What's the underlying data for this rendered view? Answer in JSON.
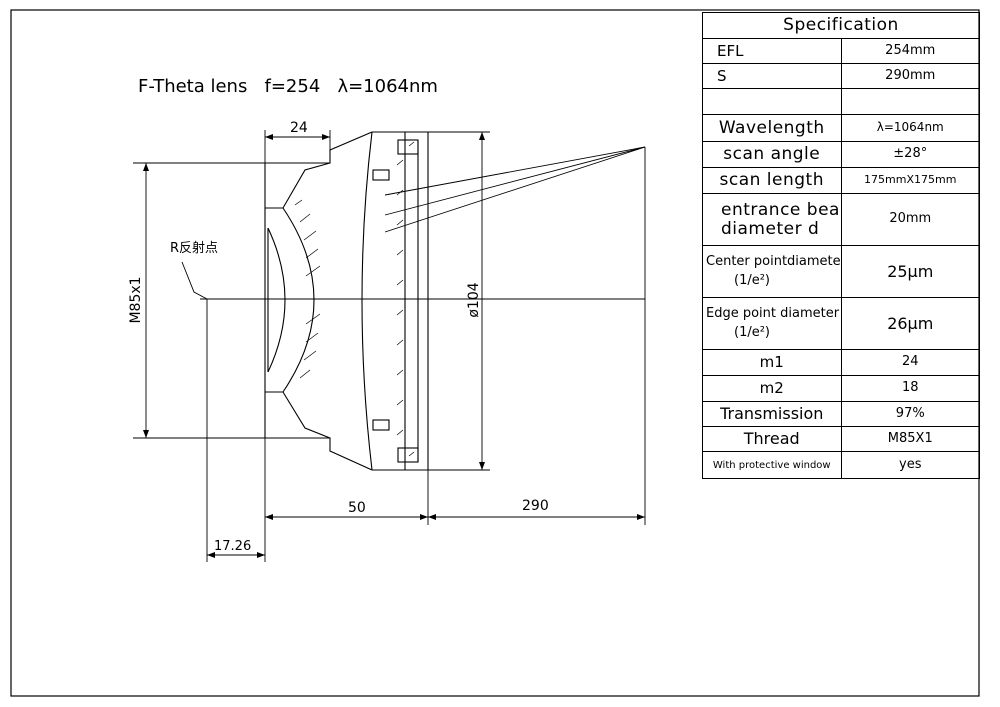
{
  "drawing": {
    "title": "F-Theta lens   f=254   λ=1064nm",
    "dims": {
      "top_width": "24",
      "thread": "M85x1",
      "outer_diameter": "ø104",
      "length": "50",
      "working_distance": "290",
      "reflect_offset": "17.26"
    },
    "reflect_point_label": "R反射点"
  },
  "spec": {
    "header": "Specification",
    "rows": [
      {
        "label": "EFL",
        "value": "254mm"
      },
      {
        "label": "S",
        "value": "290mm"
      },
      {
        "label": "",
        "value": ""
      },
      {
        "label": "Wavelength",
        "value": "λ=1064nm"
      },
      {
        "label": "scan angle",
        "value": "±28°"
      },
      {
        "label": "scan length",
        "value": "175mmX175mm"
      },
      {
        "label_line1": "entrance beam",
        "label_line2": "diameter d",
        "value": "20mm"
      },
      {
        "label_line1": "Center pointdiameter",
        "label_line2": "(1/e²)",
        "value": "25μm"
      },
      {
        "label_line1": "Edge point diameter",
        "label_line2": "(1/e²)",
        "value": "26μm"
      },
      {
        "label": "m1",
        "value": "24"
      },
      {
        "label": "m2",
        "value": "18"
      },
      {
        "label": "Transmission",
        "value": "97%"
      },
      {
        "label": "Thread",
        "value": "M85X1"
      },
      {
        "label": "With protective window",
        "value": "yes"
      }
    ]
  }
}
